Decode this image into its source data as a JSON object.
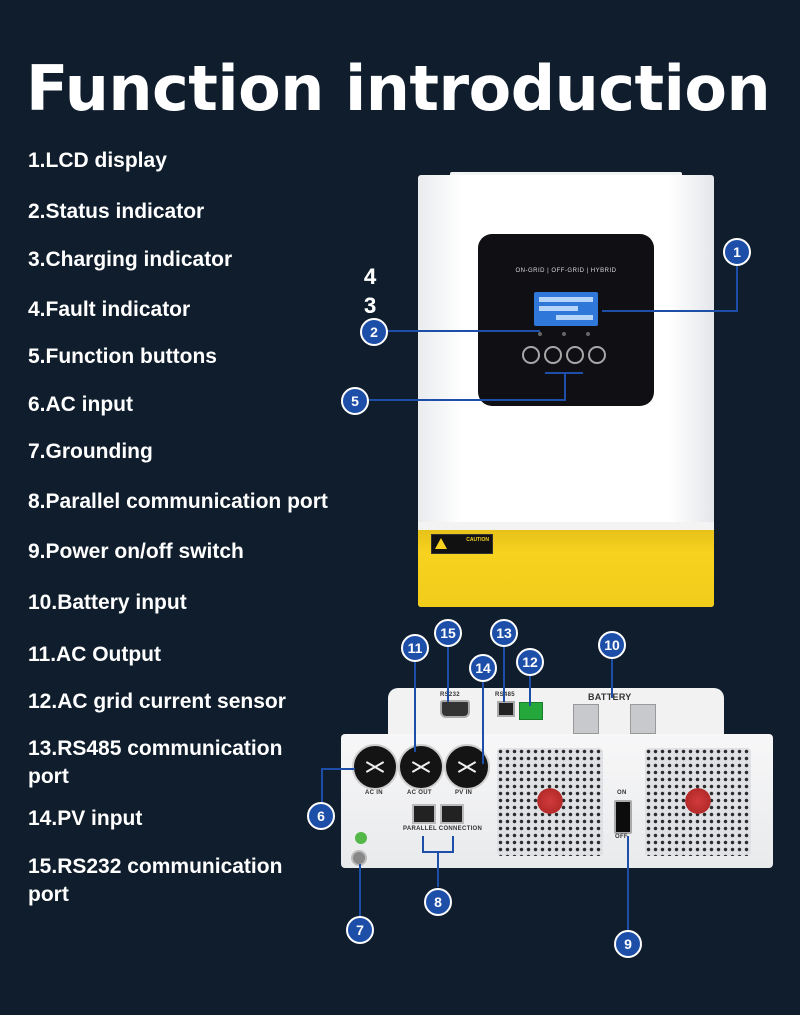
{
  "title": "Function introduction",
  "features": [
    "1.LCD display",
    "2.Status indicator",
    "3.Charging indicator",
    "4.Fault indicator",
    "5.Function buttons",
    "6.AC input",
    "7.Grounding",
    "8.Parallel communication port",
    "9.Power on/off switch",
    "10.Battery input",
    "11.AC Output",
    "12.AC grid current sensor",
    "13.RS485 communication port",
    "14.PV input",
    "15.RS232 communication port"
  ],
  "front_panel": {
    "mode_label": "ON-GRID | OFF-GRID | HYBRID",
    "caution_label": "CAUTION"
  },
  "bottom_panel": {
    "ac_in": "AC IN",
    "ac_out": "AC OUT",
    "pv_in": "PV IN",
    "parallel": "PARALLEL CONNECTION",
    "battery": "BATTERY",
    "rs232": "RS232",
    "rs485": "RS485",
    "on": "ON",
    "off": "OFF"
  },
  "badges": {
    "b1": "1",
    "b2": "2",
    "b3": "3",
    "b4": "4",
    "b5": "5",
    "b6": "6",
    "b7": "7",
    "b8": "8",
    "b9": "9",
    "b10": "10",
    "b11": "11",
    "b12": "12",
    "b13": "13",
    "b14": "14",
    "b15": "15"
  },
  "colors": {
    "background": "#0f1d2c",
    "badge": "#1e4fa8",
    "accent_yellow": "#f7d21e"
  }
}
